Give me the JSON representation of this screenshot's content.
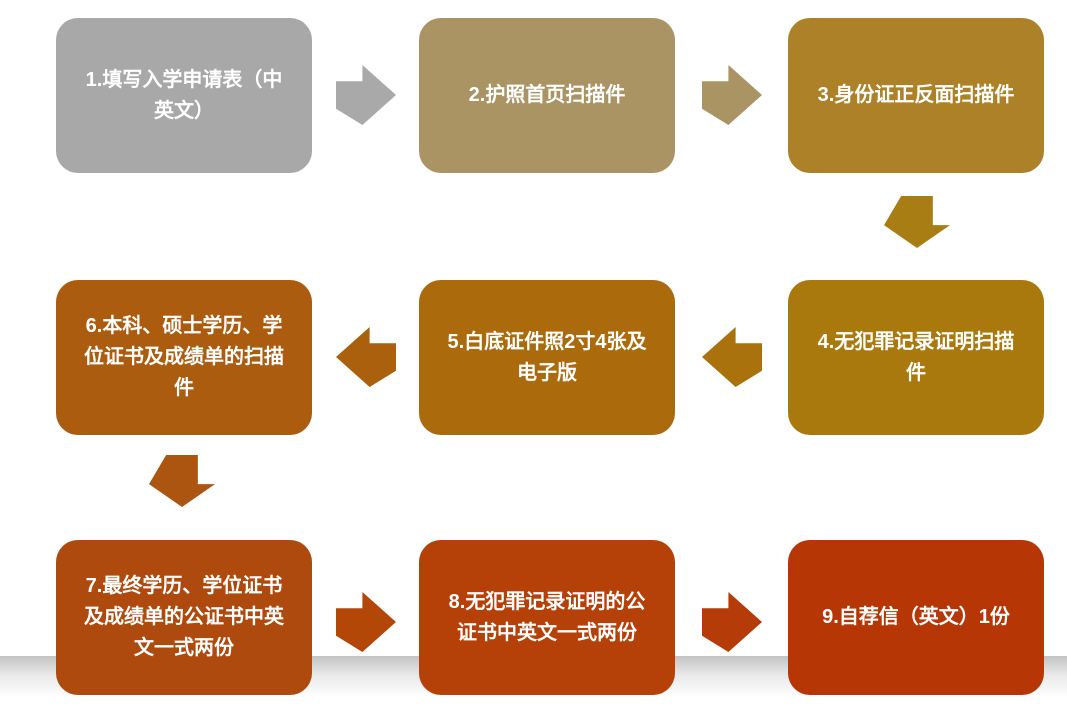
{
  "flowchart": {
    "title": "admission-application-materials-process",
    "background_color": "#ffffff",
    "text_color": "#ffffff",
    "divider_band": {
      "top_color": "#c3c3c3",
      "bottom_color": "#ffffff"
    },
    "steps": [
      {
        "id": 1,
        "label": "1.填写入学申请表（中英文）",
        "color": "#a8a8a8"
      },
      {
        "id": 2,
        "label": "2.护照首页扫描件",
        "color": "#ab9464"
      },
      {
        "id": 3,
        "label": "3.身份证正反面扫描件",
        "color": "#ad8128"
      },
      {
        "id": 4,
        "label": "4.无犯罪记录证明扫描件",
        "color": "#aa790e"
      },
      {
        "id": 5,
        "label": "5.白底证件照2寸4张及电子版",
        "color": "#ab6a0b"
      },
      {
        "id": 6,
        "label": "6.本科、硕士学历、学位证书及成绩单的扫描件",
        "color": "#ac5c0f"
      },
      {
        "id": 7,
        "label": "7.最终学历、学位证书及成绩单的公证书中英文一式两份",
        "color": "#af4a0e"
      },
      {
        "id": 8,
        "label": "8.无犯罪记录证明的公证书中英文一式两份",
        "color": "#b54109"
      },
      {
        "id": 9,
        "label": "9.自荐信（英文）1份",
        "color": "#b63606"
      }
    ],
    "arrows": [
      {
        "from": 1,
        "to": 2,
        "direction": "right",
        "color": "#a9a9a9"
      },
      {
        "from": 2,
        "to": 3,
        "direction": "right",
        "color": "#ab9464"
      },
      {
        "from": 3,
        "to": 4,
        "direction": "down",
        "color": "#a87e14"
      },
      {
        "from": 4,
        "to": 5,
        "direction": "left",
        "color": "#a9720c"
      },
      {
        "from": 5,
        "to": 6,
        "direction": "left",
        "color": "#aa600d"
      },
      {
        "from": 6,
        "to": 7,
        "direction": "down",
        "color": "#ac5510"
      },
      {
        "from": 7,
        "to": 8,
        "direction": "right",
        "color": "#b24708"
      },
      {
        "from": 8,
        "to": 9,
        "direction": "right",
        "color": "#b53c08"
      }
    ]
  }
}
